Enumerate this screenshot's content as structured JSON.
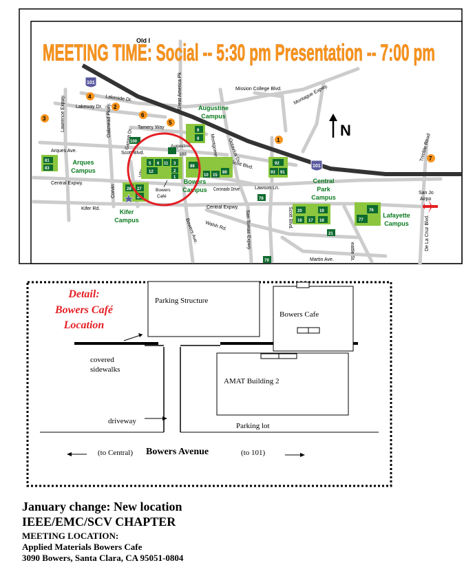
{
  "banner": "MEETING TIME: Social -- 5:30 pm  Presentation -- 7:00 pm",
  "map": {
    "top_edge_label": "Old I",
    "north_label": "N",
    "streets": {
      "lakeside": "Lakeside Dr.",
      "lakeway": "Lakeway Dr.",
      "mission": "Mission College Blvd.",
      "montague": "Montague Expwy.",
      "great_america": "Great America Pk",
      "lawrence": "Lawrence Expwy.",
      "oakmead": "Oakmead Pkwy.",
      "tamery": "Tamery Way",
      "arques": "Arques Ave.",
      "scott": "Scott Blvd.",
      "central": "Central Expwy.",
      "kifer": "Kifer Rd.",
      "corvin": "Corvin",
      "village": "Village Dr.",
      "garrett": "Garrett Dr.",
      "octavius": "Octavius Dr.",
      "montgomery": "Montgomery",
      "coronado": "Coronado Drive",
      "walsh": "Walsh Rd.",
      "bowers_ave": "Bowers Ave.",
      "san_tomas": "San Tomas Expwy.",
      "lawson": "Lawson Ln.",
      "scott2": "Scott Blvd.",
      "martin": "Martin Ave.",
      "trimble": "Trimble Road",
      "delacruz": "De La Cruz Blvd.",
      "sanjose": "San Jo",
      "airport": "Airpo",
      "eattle": "eattle St."
    },
    "campuses": {
      "augustine": [
        "Augustine",
        "Campus"
      ],
      "arques": [
        "Arques",
        "Campus"
      ],
      "bowers": [
        "Bowers",
        "Campus"
      ],
      "central_park": [
        "Central",
        "Park",
        "Campus"
      ],
      "kifer": [
        "Kifer",
        "Campus"
      ],
      "lafayette": [
        "Lafayette",
        "Campus"
      ]
    },
    "augustine_label": [
      "Augustine",
      "108"
    ],
    "bowers_cafe_label": [
      "Bowers",
      "Café"
    ],
    "highway": "101",
    "markers": [
      "1",
      "2",
      "3",
      "4",
      "5",
      "6",
      "7"
    ],
    "buildings": {
      "b9": "9",
      "b8": "8",
      "b100": "100",
      "b5": "5",
      "b6": "6",
      "b11": "11",
      "b3": "3",
      "b12": "12",
      "b2": "2",
      "b1": "1",
      "b81": "81",
      "b83": "83",
      "b88": "88",
      "b10": "10",
      "b15": "15",
      "b89": "89",
      "b92": "92",
      "b93": "93",
      "b91": "91",
      "b28": "28",
      "b27": "27",
      "b26": "26",
      "b78": "78",
      "b20": "20",
      "b19": "19",
      "b16": "16",
      "b17": "17",
      "b18": "18",
      "b21": "21",
      "b76": "76",
      "b77": "77",
      "b79": "79"
    }
  },
  "detail": {
    "title": [
      "Detail:",
      "Bowers Café",
      "Location"
    ],
    "parking_structure": "Parking Structure",
    "bowers_cafe": "Bowers Cafe",
    "covered": [
      "covered",
      "sidewalks"
    ],
    "amat": "AMAT Building 2",
    "driveway": "driveway",
    "parking_lot": "Parking lot",
    "to_central": "(to Central)",
    "bowers_avenue": "Bowers Avenue",
    "to_101": "(to 101)"
  },
  "footer": {
    "line1": "January change: New location",
    "line2": "IEEE/EMC/SCV CHAPTER",
    "line3": "MEETING LOCATION:",
    "line4": "Applied Materials Bowers Cafe",
    "line5": "3090 Bowers, Santa Clara, CA 95051-0804"
  },
  "colors": {
    "banner": "#f7941d",
    "campus_text": "#0a7a1f",
    "building_dark": "#0d6b2e",
    "building_light": "#8cc63f",
    "road": "#cccccc",
    "circle": "#e31e24",
    "detail_title": "#e31e24",
    "marker": "#f7941d",
    "shield": "#5a5aa0"
  }
}
